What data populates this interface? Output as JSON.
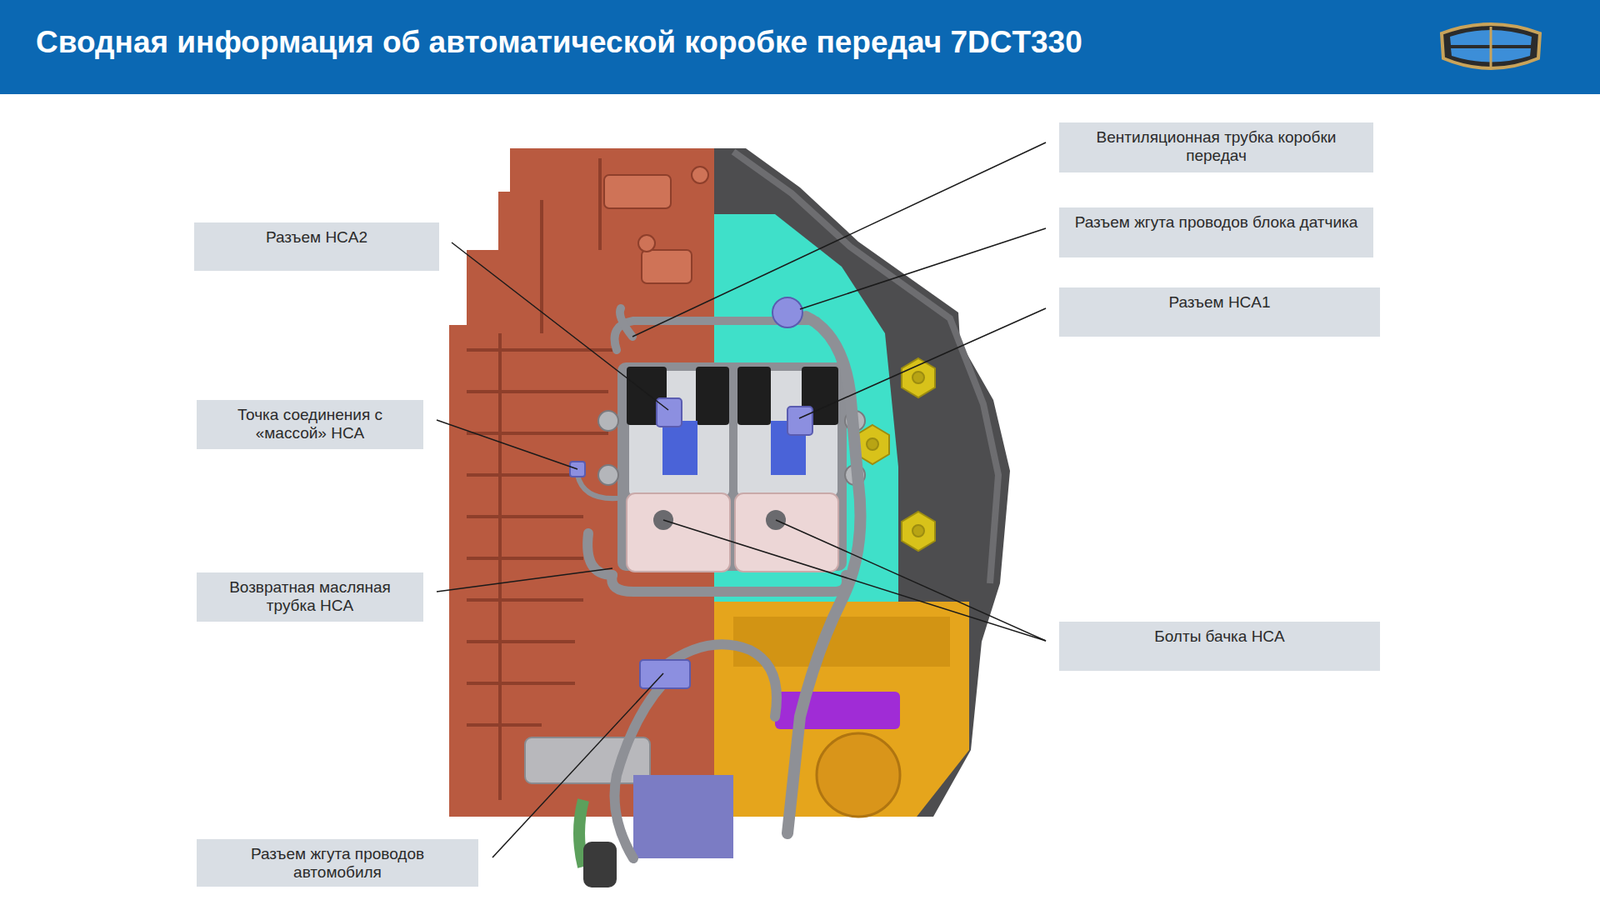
{
  "diagram": {
    "title": "Сводная информация об автоматической коробке передач 7DCT330",
    "nodes": [
      {
        "text": [
          "Вентиляционная трубка коробки передач"
        ]
      },
      {
        "text": [
          "Разъем HCA2"
        ]
      },
      {
        "text": [
          "Разъем жгута проводов блока датчика"
        ]
      },
      {
        "text": [
          "Разъем HCA1"
        ]
      },
      {
        "text": [
          "Точка соединения с «массой» HCA"
        ]
      },
      {
        "text": [
          "Возвратная масляная трубка HCA"
        ]
      },
      {
        "text": [
          "Болты бачка HCA"
        ]
      },
      {
        "text": [
          "Разъем жгута проводов автомобиля"
        ]
      }
    ]
  }
}
